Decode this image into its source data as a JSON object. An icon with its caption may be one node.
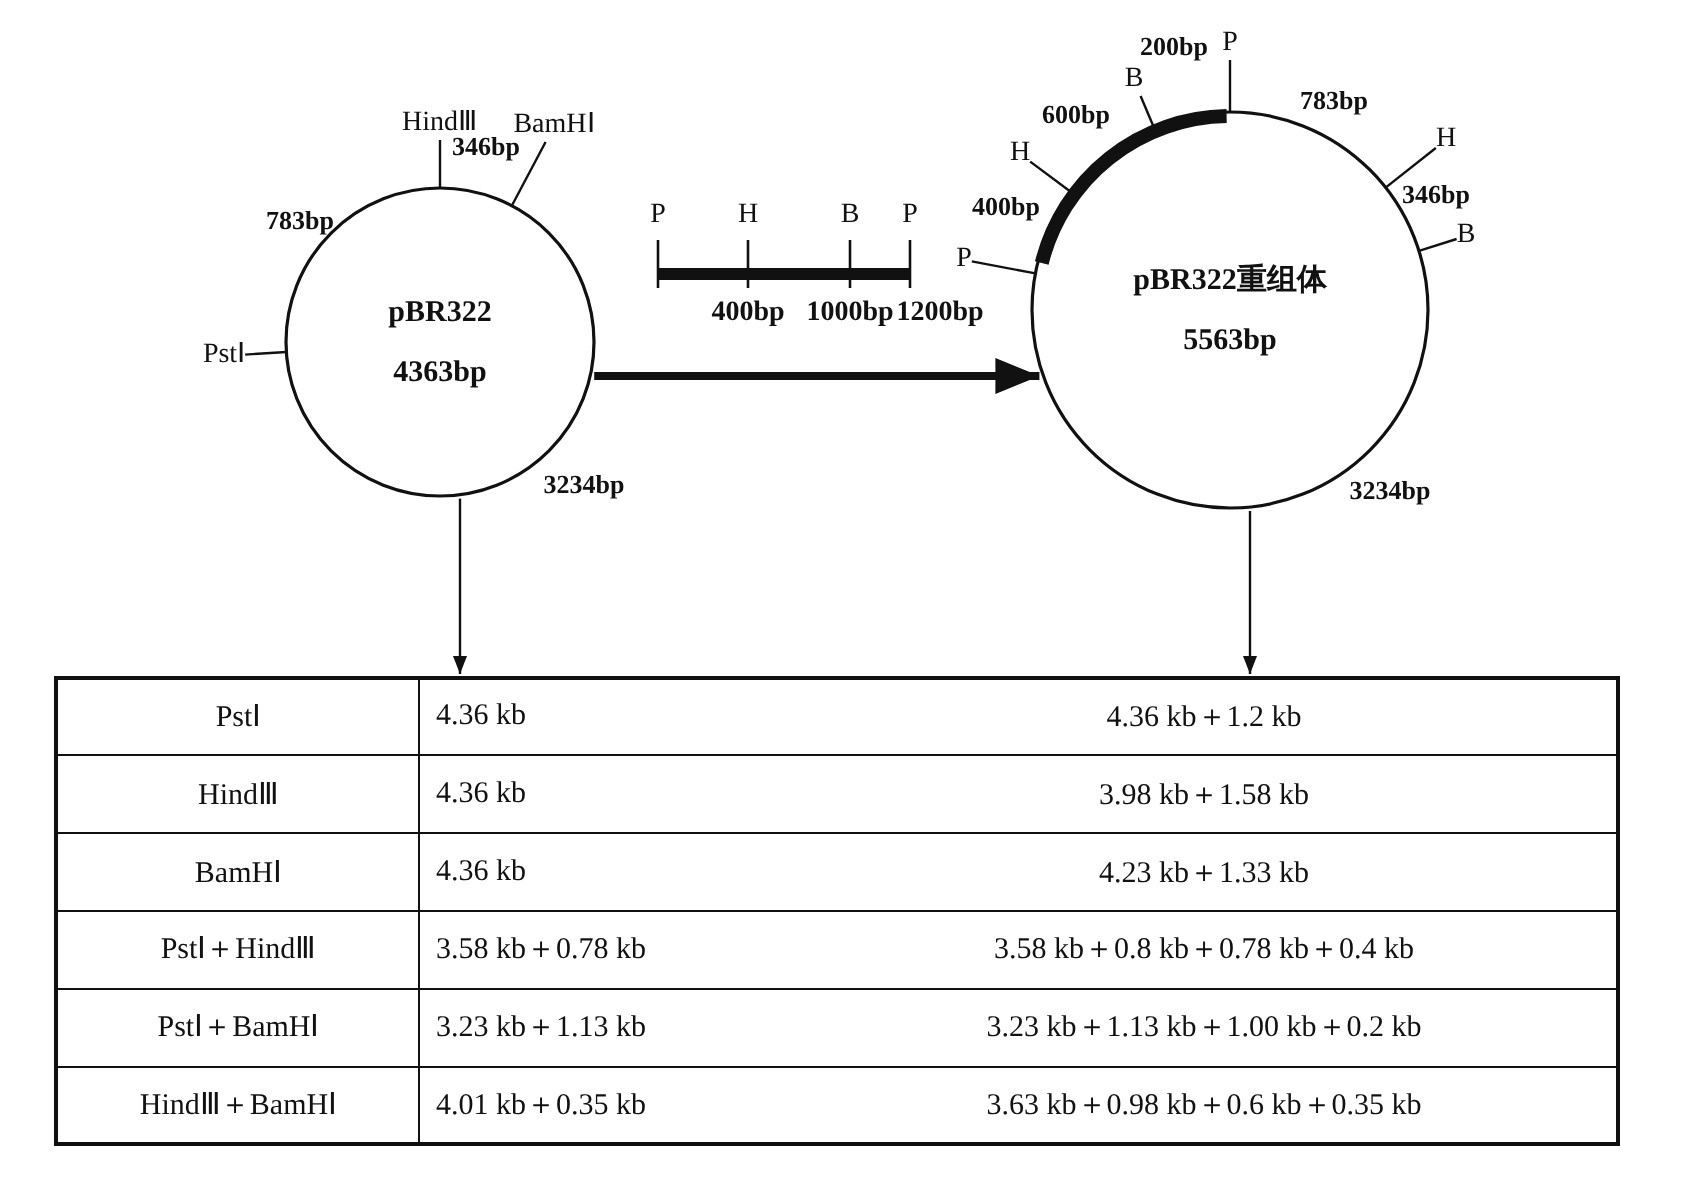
{
  "diagram": {
    "nodes": [
      {
        "text": [
          "pBR322",
          "4363bp"
        ]
      },
      {
        "text": [
          "HindⅢ"
        ]
      },
      {
        "text": [
          "BamHⅠ"
        ]
      },
      {
        "text": [
          "PstⅠ"
        ]
      },
      {
        "text": [],
        "shape": "bar",
        "beside": [
          "P",
          "H",
          "B",
          "P",
          "400bp",
          "1000bp",
          "1200bp"
        ]
      },
      {
        "text": [
          "pBR322重组体",
          "5563bp"
        ]
      },
      {
        "text": [
          "B"
        ]
      },
      {
        "text": [
          "P"
        ]
      },
      {
        "text": [
          "H"
        ]
      },
      {
        "text": [
          "P"
        ]
      },
      {
        "text": [
          "H"
        ]
      },
      {
        "text": [
          "B"
        ]
      },
      {
        "text": [],
        "shape": "box"
      }
    ],
    "edges": [
      {
        "from": 1,
        "to": 0,
        "arrow": "none"
      },
      {
        "from": 2,
        "to": 0,
        "arrow": "none"
      },
      {
        "from": 3,
        "to": 0,
        "arrow": "none"
      },
      {
        "from": 0,
        "to": 5,
        "arrow": "to",
        "style": "thick"
      },
      {
        "from": 0,
        "to": 12,
        "arrow": "to"
      },
      {
        "from": 5,
        "to": 12,
        "arrow": "to"
      },
      {
        "from": 6,
        "to": 5,
        "arrow": "none"
      },
      {
        "from": 7,
        "to": 5,
        "arrow": "none"
      },
      {
        "from": 8,
        "to": 5,
        "arrow": "none"
      },
      {
        "from": 9,
        "to": 5,
        "arrow": "none"
      },
      {
        "from": 10,
        "to": 5,
        "arrow": "none"
      },
      {
        "from": 11,
        "to": 5,
        "arrow": "none"
      }
    ],
    "labels": [
      "346bp",
      "783bp",
      "3234bp",
      "200bp",
      "783bp",
      "600bp",
      "346bp",
      "400bp",
      "3234bp",
      "PstⅠ",
      "4.36 kb",
      "4.36 kb＋1.2 kb",
      "HindⅢ",
      "4.36 kb",
      "3.98 kb＋1.58 kb",
      "BamHⅠ",
      "4.36 kb",
      "4.23 kb＋1.33 kb",
      "PstⅠ＋HindⅢ",
      "3.58 kb＋0.78 kb",
      "3.58 kb＋0.8 kb＋0.78 kb＋0.4 kb",
      "PstⅠ＋BamHⅠ",
      "3.23 kb＋1.13 kb",
      "3.23 kb＋1.13 kb＋1.00 kb＋0.2 kb",
      "HindⅢ＋BamHⅠ",
      "4.01 kb＋0.35 kb",
      "3.63 kb＋0.98 kb＋0.6 kb＋0.35 kb"
    ]
  }
}
